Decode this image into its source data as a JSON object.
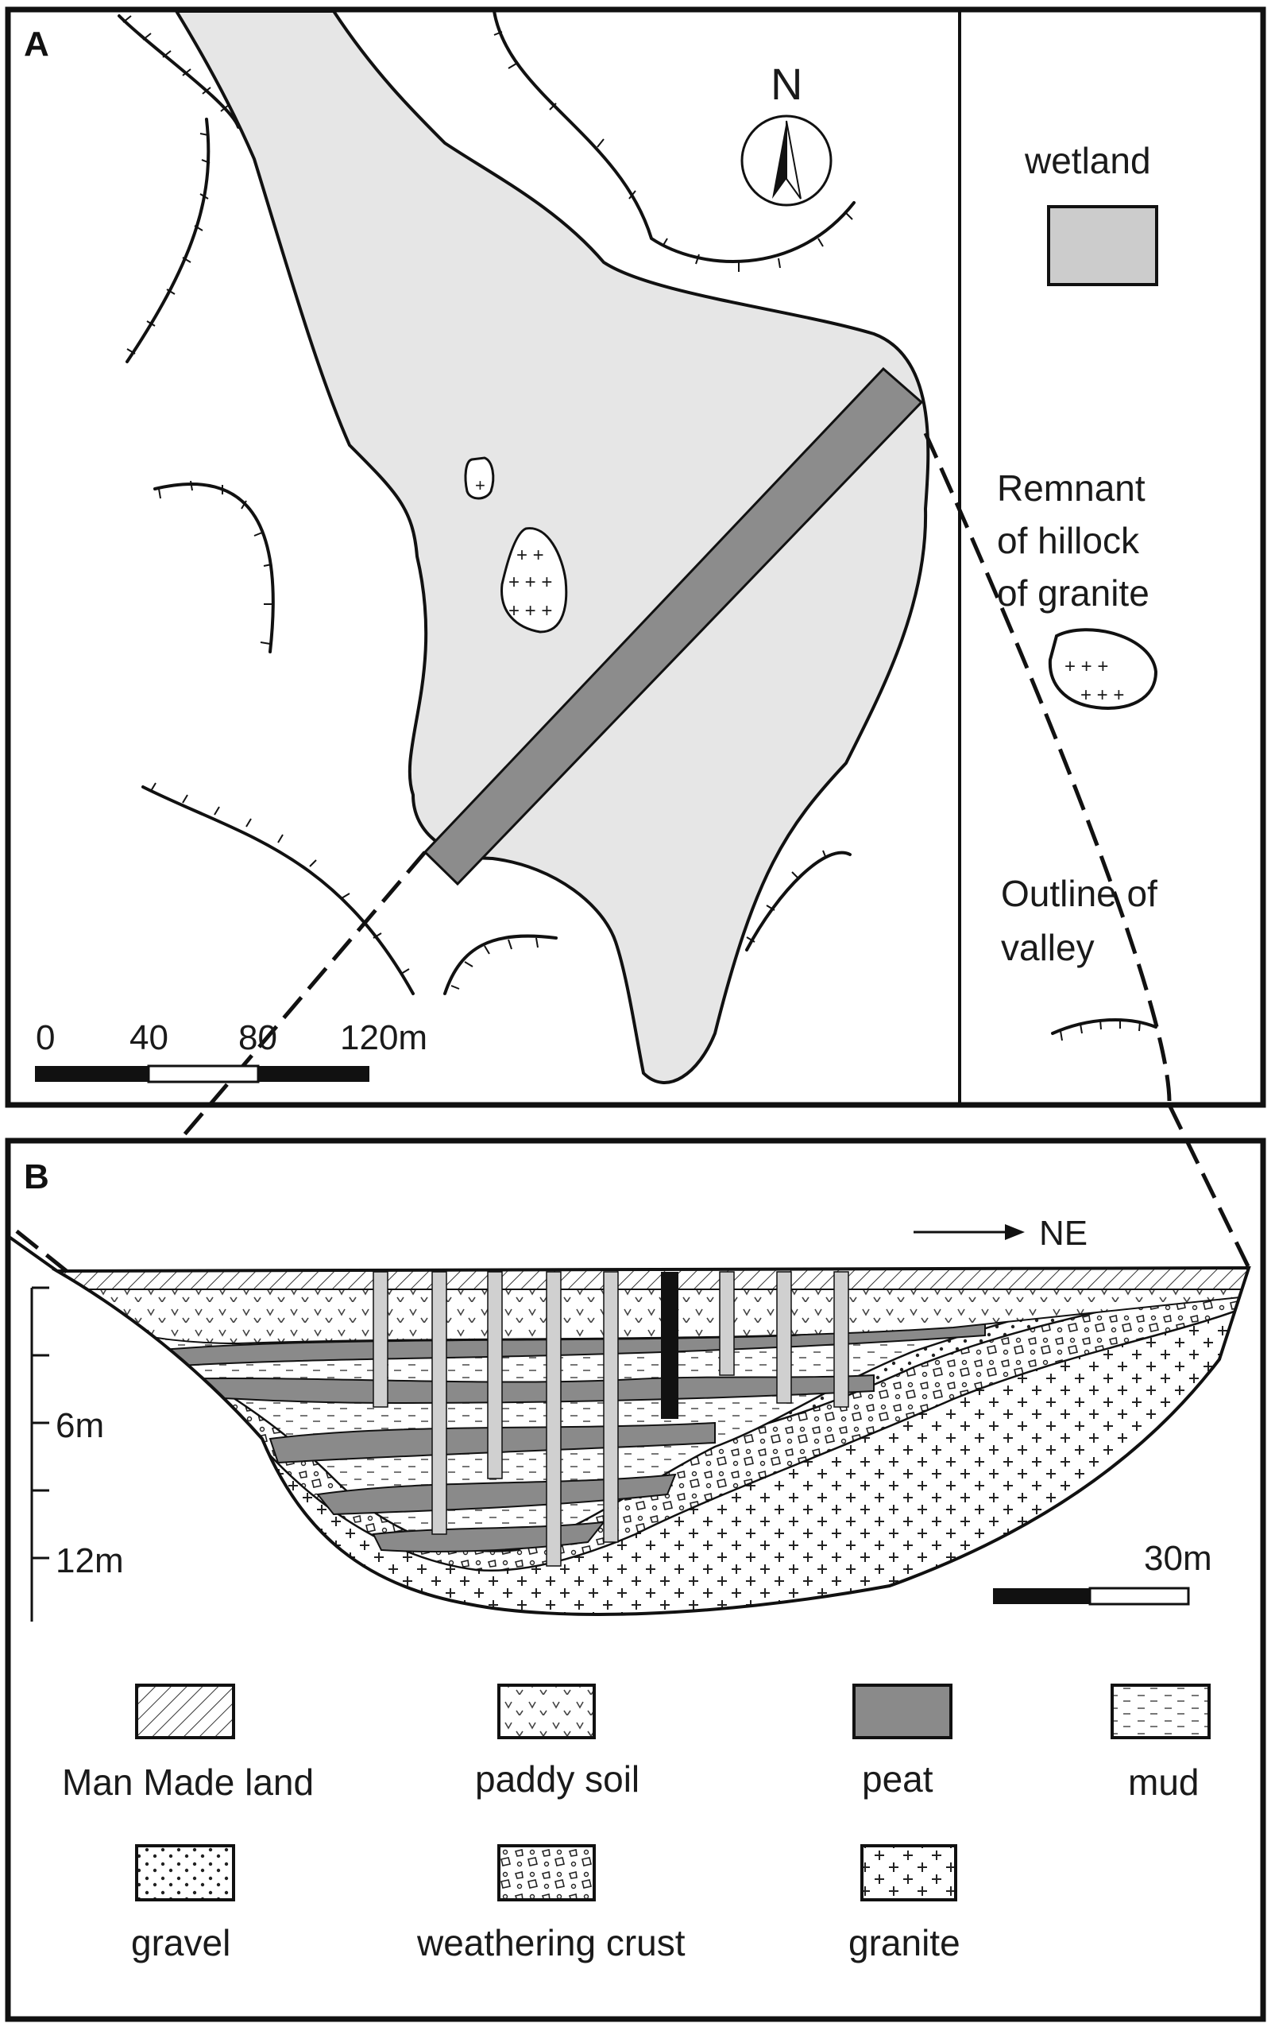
{
  "panel_a": {
    "letter": "A",
    "north_label": "N",
    "scale_labels": [
      "0",
      "40",
      "80",
      "120m"
    ],
    "legend": {
      "wetland": "wetland",
      "remnant_lines": [
        "Remnant",
        "of hillock",
        "of  granite"
      ],
      "valley_lines": [
        "Outline of",
        "valley"
      ]
    }
  },
  "panel_b": {
    "letter": "B",
    "direction_label": "NE",
    "depth_labels": [
      "6m",
      "12m"
    ],
    "scale_label": "30m",
    "legend_items": [
      {
        "label": "Man Made land",
        "pattern": "man-made"
      },
      {
        "label": "paddy soil",
        "pattern": "paddy"
      },
      {
        "label": "peat",
        "pattern": "peat"
      },
      {
        "label": "mud",
        "pattern": "mud"
      },
      {
        "label": "gravel",
        "pattern": "gravel"
      },
      {
        "label": "weathering crust",
        "pattern": "crust"
      },
      {
        "label": "granite",
        "pattern": "granite"
      }
    ]
  },
  "colors": {
    "wetland": "#e6e6e6",
    "wetland_legend": "#cccccc",
    "transect": "#8c8c8c",
    "peat": "#8a8a8a",
    "core_light": "#d0d0d0",
    "core_dark": "#111111"
  }
}
